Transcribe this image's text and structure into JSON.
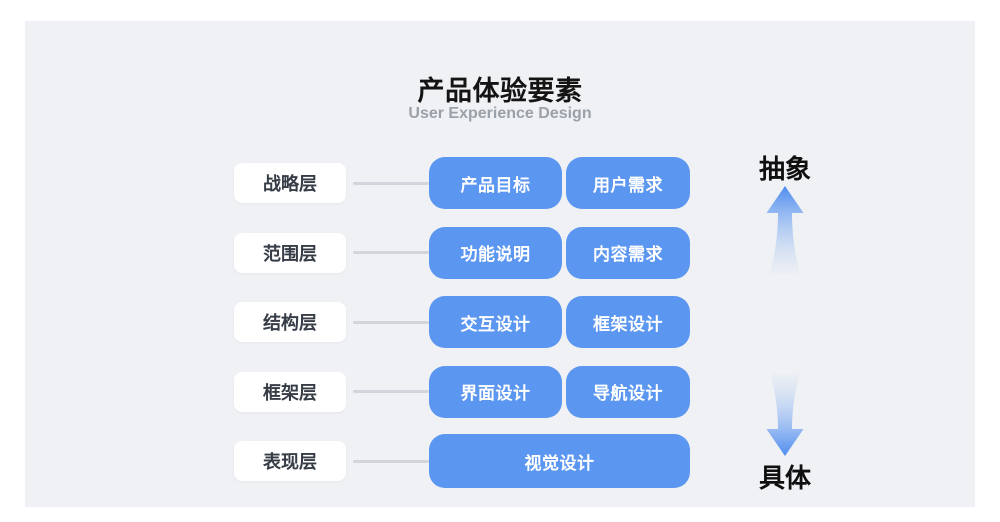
{
  "header": {
    "title": "产品体验要素",
    "subtitle": "User Experience Design"
  },
  "rows": [
    {
      "label": "战略层",
      "boxes": [
        "产品目标",
        "用户需求"
      ]
    },
    {
      "label": "范围层",
      "boxes": [
        "功能说明",
        "内容需求"
      ]
    },
    {
      "label": "结构层",
      "boxes": [
        "交互设计",
        "框架设计"
      ]
    },
    {
      "label": "框架层",
      "boxes": [
        "界面设计",
        "导航设计"
      ]
    },
    {
      "label": "表现层",
      "boxes": [
        "视觉设计"
      ]
    }
  ],
  "axis": {
    "top_label": "抽象",
    "bottom_label": "具体",
    "top_icon": "arrow-up-icon",
    "bottom_icon": "arrow-down-icon"
  },
  "colors": {
    "panel_background": "#EFF1F4",
    "node_blue": "#5B96F0",
    "connector_gray": "#D2D5DB",
    "subtitle_gray": "#9BA1A9",
    "label_text": "#373D47",
    "title_text": "#141414",
    "arrow_blue": "#4E8CEF"
  }
}
